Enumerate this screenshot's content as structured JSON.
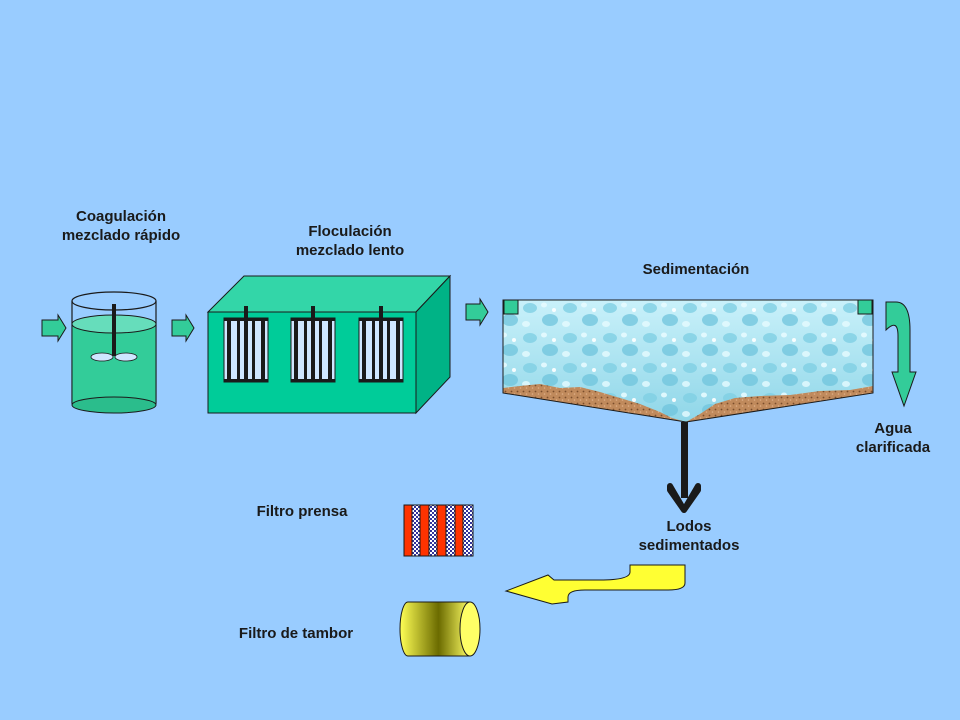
{
  "labels": {
    "coagulation": {
      "line1": "Coagulación",
      "line2": "mezclado rápido"
    },
    "flocculation": {
      "line1": "Floculación",
      "line2": "mezclado lento"
    },
    "sedimentation": {
      "line1": "Sedimentación"
    },
    "clarified_water": {
      "line1": "Agua",
      "line2": "clarificada"
    },
    "sludge": {
      "line1": "Lodos",
      "line2": "sedimentados"
    },
    "filter_press": {
      "line1": "Filtro prensa"
    },
    "drum_filter": {
      "line1": "Filtro de tambor"
    }
  },
  "colors": {
    "background": "#99ccff",
    "tank_water": "#33cc99",
    "floc_box_top": "#33d6a8",
    "floc_box_side": "#00b386",
    "flow_arrow": "#33cc99",
    "clear_water": "#aee6f2",
    "sludge": "#b5825a",
    "sludge_arrow": "#ffff33",
    "drum_filter": "#b3b300",
    "filter_press_red": "#ff3300"
  }
}
